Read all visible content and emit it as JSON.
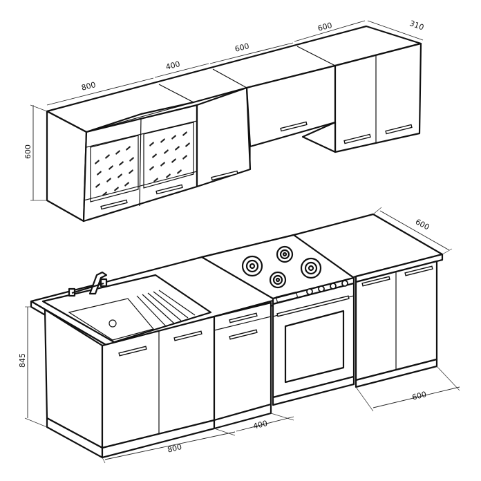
{
  "dimensions": {
    "upper_800": "800",
    "upper_400": "400",
    "upper_600_a": "600",
    "upper_600_b": "600",
    "upper_depth": "310",
    "upper_height": "600",
    "lower_height": "845",
    "lower_800": "800",
    "lower_400": "400",
    "lower_600_width": "600",
    "lower_600_depth": "600"
  }
}
